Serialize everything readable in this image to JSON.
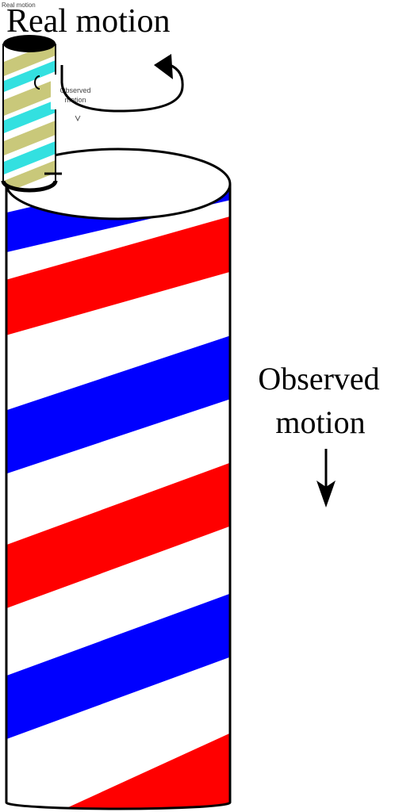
{
  "labels": {
    "real_motion": "Real motion",
    "observed_motion_line1": "Observed",
    "observed_motion_line2": "motion",
    "inset_real_motion": "Real motion",
    "inset_observed_line1": "Observed",
    "inset_observed_line2": "motion"
  },
  "colors": {
    "large_pole_stripe_a": "#ff0000",
    "large_pole_stripe_b": "#0000ff",
    "large_pole_gap": "#ffffff",
    "small_pole_stripe_a": "#c9c87a",
    "small_pole_stripe_b": "#33e0e0",
    "outline": "#000000"
  }
}
